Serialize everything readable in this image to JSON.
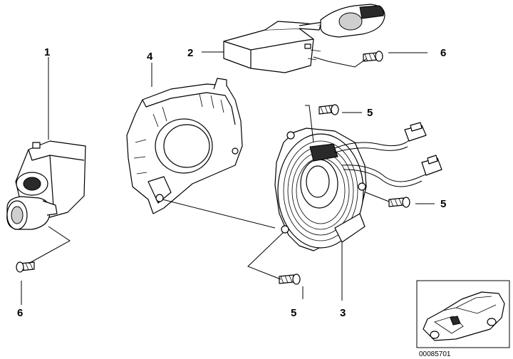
{
  "callouts": {
    "c1": "1",
    "c2": "2",
    "c3": "3",
    "c4": "4",
    "c5a": "5",
    "c5b": "5",
    "c5c": "5",
    "c6a": "6",
    "c6b": "6"
  },
  "reference_number": "00085701",
  "colors": {
    "line": "#000000",
    "background": "#ffffff",
    "fill_dark": "#2a2a2a",
    "fill_light": "#cfcfcf"
  }
}
